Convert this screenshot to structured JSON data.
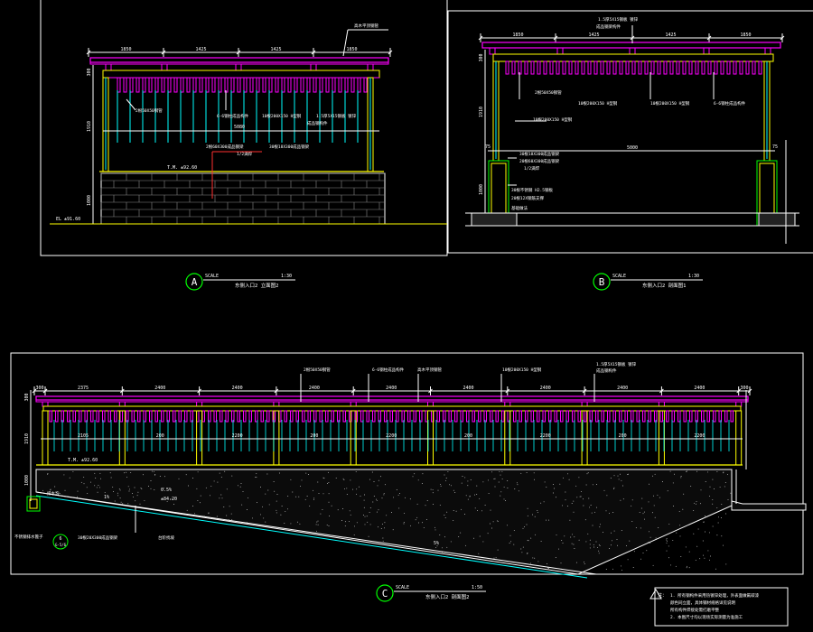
{
  "elevation_a": {
    "dims_top": [
      "1850",
      "1425",
      "1425",
      "1850"
    ],
    "side_dims": [
      "300",
      "1910",
      "1000"
    ],
    "inner_span": "5080",
    "ground_label": "T.M. ±92.60",
    "ground_level_left": "EL ±91.60",
    "callouts": [
      "高木平顶钢管",
      "2根50X50钢管",
      "6-6钢柱成品构件",
      "10根200X150 H型钢",
      "1.5厚5X15钢板 镀锌",
      "成品钢构件",
      "2根60X300成品钢梁",
      "1/2满焊",
      "30根18X300成品钢梁"
    ],
    "circle": "A",
    "scale_label": "SCALE",
    "scale_value": "1:30",
    "caption": "东侧入口2 立面图2"
  },
  "elevation_b": {
    "dims_top": [
      "1850",
      "1425",
      "1425",
      "1850"
    ],
    "side_dims": [
      "300",
      "1910",
      "1000"
    ],
    "inner_span": "5000",
    "small_dims": [
      "75",
      "75"
    ],
    "callouts": [
      "1.5厚5X15钢板 镀锌",
      "成品钢梁构件",
      "2根50X50钢管",
      "10根200X150 H型钢",
      "6-6钢柱成品构件",
      "10根200X150 H型钢",
      "30根18X300成品钢梁",
      "20根60X300成品钢梁",
      "1/2满焊",
      "30根不锈钢 H2.5钢板",
      "20根12X钢筋支撑",
      "基础做法"
    ],
    "circle": "B",
    "scale_label": "SCALE",
    "scale_value": "1:30",
    "caption": "东侧入口2 剖面图1"
  },
  "elevation_c": {
    "left_dim": "300",
    "right_dim": "300",
    "dims_top": [
      "2375",
      "2400",
      "2400",
      "2400",
      "2400",
      "2400",
      "2400",
      "2400",
      "2400"
    ],
    "dims_mid": [
      "2105",
      "200",
      "2200",
      "200",
      "2200",
      "200",
      "2200",
      "200",
      "2200"
    ],
    "side_dims": [
      "300",
      "1910",
      "1000"
    ],
    "ground_label": "T.M. ±92.60",
    "slope_labels": [
      "1%",
      "0.5%",
      "±84.20",
      "5%"
    ],
    "callouts": [
      "2根50X50钢管",
      "6-6钢柱成品构件",
      "高木平顶钢管",
      "10根200X150 H型钢",
      "1.5厚5X15钢板 镀锌",
      "成品钢构件",
      "排水沟",
      "30根20X300成品钢梁",
      "台阶找坡",
      "不锈钢排水篦子"
    ],
    "badge": "6",
    "badge_sub": "G-5/6",
    "circle": "C",
    "scale_label": "SCALE",
    "scale_value": "1:50",
    "caption": "东侧入口2 剖面图2"
  },
  "notes": {
    "title": "注：",
    "lines": [
      "1. 所有钢构件采用热镀锌处理，外表面做氟碳漆",
      "颜色同立面，具体钢材规格详见说明",
      "所有构件焊接处需打磨平整",
      "2. 本图尺寸均以现场实际测量为准施工"
    ]
  },
  "colors": {
    "white": "#ffffff",
    "yellow": "#ffff00",
    "magenta": "#ff00ff",
    "cyan": "#00ffff",
    "green": "#00ff00",
    "red": "#ff3030",
    "grey": "#8a8a8a",
    "background": "#000000"
  }
}
